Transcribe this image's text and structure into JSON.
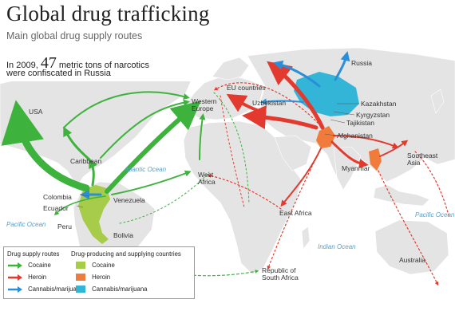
{
  "title": "Global drug trafficking",
  "subtitle": "Main global drug supply routes",
  "stat": {
    "prefix": "In 2009,",
    "number": "47",
    "suffix": "metric tons of narcotics",
    "line2": "were confiscated in Russia"
  },
  "colors": {
    "cocaine": "#3db33d",
    "heroin": "#e23a2e",
    "cannabis": "#2a8ed8",
    "cocaine_area": "#a6cc4a",
    "heroin_area": "#f07b3a",
    "cannabis_area": "#33b5d8",
    "land": "#e4e4e4",
    "ocean": "#ffffff"
  },
  "labels": {
    "usa": "USA",
    "caribbean": "Caribbean",
    "colombia": "Colombia",
    "ecuador": "Ecuador",
    "venezuela": "Venezuela",
    "peru": "Peru",
    "bolivia": "Bolivia",
    "western_europe": "Western Europe",
    "west_africa": "West Africa",
    "east_africa": "East Africa",
    "south_africa": "Republic of South Africa",
    "eu_countries": "EU countries",
    "uzbekistan": "Uzbekistan",
    "kazakhstan": "Kazakhstan",
    "kyrgyzstan": "Kyrgyzstan",
    "tajikistan": "Tajikistan",
    "afghanistan": "Afghanistan",
    "myanmar": "Myanmar",
    "southeast_asia": "Southeast Asia",
    "russia": "Russia",
    "australia": "Australia"
  },
  "oceans": {
    "atlantic": "Atlantic Ocean",
    "pacific_left": "Pacific Ocean",
    "pacific_right": "Pacific Ocean",
    "indian": "Indian Ocean"
  },
  "legend": {
    "routes_header": "Drug supply routes",
    "countries_header": "Drug-producing and supplying countries",
    "items": [
      {
        "route": "Cocaine",
        "area": "Cocaine",
        "color": "#3db33d",
        "area_color": "#a6cc4a"
      },
      {
        "route": "Heroin",
        "area": "Heroin",
        "color": "#e23a2e",
        "area_color": "#f07b3a"
      },
      {
        "route": "Cannabis/marijuana",
        "area": "Cannabis/marijuana",
        "color": "#2a8ed8",
        "area_color": "#33b5d8"
      }
    ]
  }
}
